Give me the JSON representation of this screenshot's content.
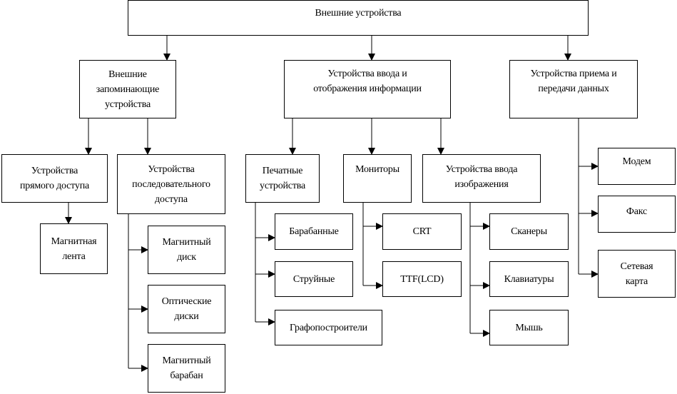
{
  "diagram": {
    "title": "Внешние устройства",
    "categories": {
      "storage": "Внешние\nзапоминающие\nустройства",
      "io": "Устройства ввода и\nотображения информации",
      "comm": "Устройства приема и\nпередачи данных"
    },
    "storage": {
      "direct": "Устройства\nпрямого доступа",
      "sequential": "Устройства\nпоследовательного\nдоступа",
      "magnetic_tape": "Магнитная\nлента",
      "magnetic_disk": "Магнитный\nдиск",
      "optical_disks": "Оптические\nдиски",
      "magnetic_drum": "Магнитный\nбарабан"
    },
    "io": {
      "printers": "Печатные\nустройства",
      "monitors": "Мониторы",
      "image_input": "Устройства ввода\nизображения",
      "drum_printers": "Барабанные",
      "inkjet_printers": "Струйные",
      "plotters": "Графопостроители",
      "crt": "CRT",
      "tft": "TTF(LCD)",
      "scanners": "Сканеры",
      "keyboards": "Клавиатуры",
      "mouse": "Мышь"
    },
    "comm": {
      "modem": "Модем",
      "fax": "Факс",
      "network_card": "Сетевая\nкарта"
    }
  }
}
